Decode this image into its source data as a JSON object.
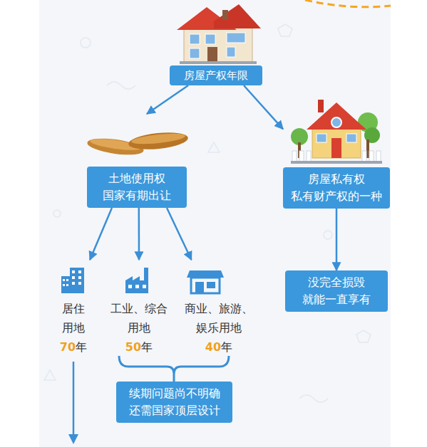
{
  "diagram": {
    "nodes": [
      {
        "text": [
          "房屋产权年限"
        ]
      },
      {
        "text": [
          "土地使用权 国家有期出让"
        ]
      },
      {
        "text": [
          "房屋私有权 私有财产权的一种"
        ]
      },
      {
        "text": [
          "居住 用地",
          "70",
          "年"
        ]
      },
      {
        "text": [
          "工业、综合 用地",
          "50",
          "年"
        ]
      },
      {
        "text": [
          "商业、旅游、 娱乐用地",
          "40",
          "年"
        ]
      },
      {
        "text": [
          "没完全损毁 就能一直享有"
        ]
      },
      {
        "text": [
          "续期问题尚不明确 还需国家顶层设计"
        ]
      }
    ],
    "edges": [
      {
        "from": 0,
        "to": 1,
        "arrow": "to"
      },
      {
        "from": 0,
        "to": 2,
        "arrow": "to"
      },
      {
        "from": 1,
        "to": 3,
        "arrow": "to"
      },
      {
        "from": 1,
        "to": 4,
        "arrow": "to"
      },
      {
        "from": 1,
        "to": 5,
        "arrow": "to"
      },
      {
        "from": 2,
        "to": 6,
        "arrow": "to"
      }
    ]
  }
}
